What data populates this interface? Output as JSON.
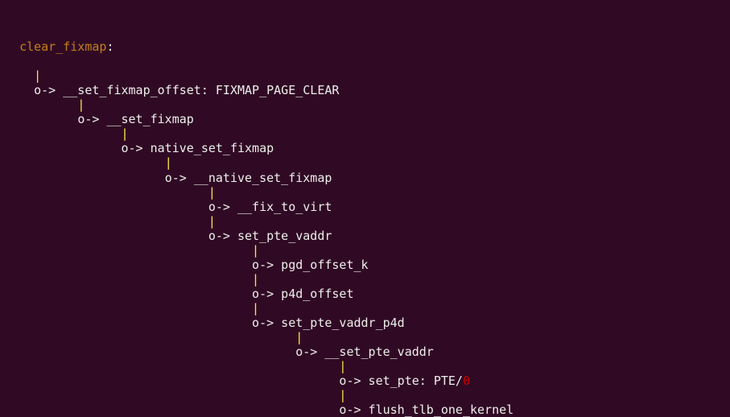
{
  "colors": {
    "background": "#300a24",
    "text": "#eeeeec",
    "title": "#c4801a",
    "pipe": "#fce94f",
    "error": "#cc0000"
  },
  "title": "clear_fixmap",
  "title_suffix": ":",
  "pipe_char": "|",
  "arrow": "o-> ",
  "nodes": [
    {
      "depth": 0,
      "name": "__set_fixmap_offset",
      "note": ": FIXMAP_PAGE_CLEAR"
    },
    {
      "depth": 1,
      "name": "__set_fixmap"
    },
    {
      "depth": 2,
      "name": "native_set_fixmap"
    },
    {
      "depth": 3,
      "name": "__native_set_fixmap"
    },
    {
      "depth": 4,
      "name": "__fix_to_virt"
    },
    {
      "depth": 4,
      "name": "set_pte_vaddr"
    },
    {
      "depth": 5,
      "name": "pgd_offset_k"
    },
    {
      "depth": 5,
      "name": "p4d_offset"
    },
    {
      "depth": 5,
      "name": "set_pte_vaddr_p4d"
    },
    {
      "depth": 6,
      "name": "__set_pte_vaddr"
    },
    {
      "depth": 7,
      "name": "set_pte",
      "note": ": PTE/",
      "note_red": "0"
    },
    {
      "depth": 7,
      "name": "flush_tlb_one_kernel"
    }
  ]
}
